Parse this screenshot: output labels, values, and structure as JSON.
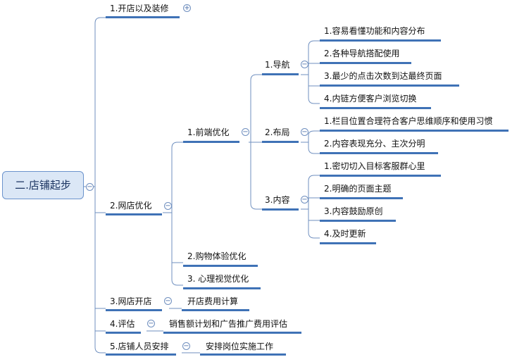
{
  "colors": {
    "line": "#3f72b6",
    "connector": "#6f8fbf",
    "root_fill": "#dbe7f6",
    "root_border": "#6b93cc"
  },
  "root": {
    "label": "二.店铺起步"
  },
  "branches": {
    "b1": {
      "label": "1.开店以及装修"
    },
    "b2": {
      "label": "2.网店优化",
      "frontend": {
        "label": "1.前端优化",
        "nav": {
          "label": "1.导航",
          "items": [
            "1.容易看懂功能和内容分布",
            "2.各种导航搭配使用",
            "3.最少的点击次数到达最终页面",
            "4.内链方便客户浏览切换"
          ]
        },
        "layout": {
          "label": "2.布局",
          "items": [
            "1.栏目位置合理符合客户思维顺序和使用习惯",
            "2.内容表现充分、主次分明"
          ]
        },
        "content": {
          "label": "3.内容",
          "items": [
            "1.密切切入目标客服群心里",
            "2.明确的页面主题",
            "3.内容鼓励原创",
            "4.及时更新"
          ]
        }
      },
      "shopping": {
        "label": "2.购物体验优化"
      },
      "visual": {
        "label": "3. 心理视觉优化"
      }
    },
    "b3": {
      "label": "3.网店开店",
      "child": "开店费用计算"
    },
    "b4": {
      "label": "4.评估",
      "child": "销售额计划和广告推广费用评估"
    },
    "b5": {
      "label": "5.店铺人员安排",
      "child": "安排岗位实施工作"
    }
  }
}
